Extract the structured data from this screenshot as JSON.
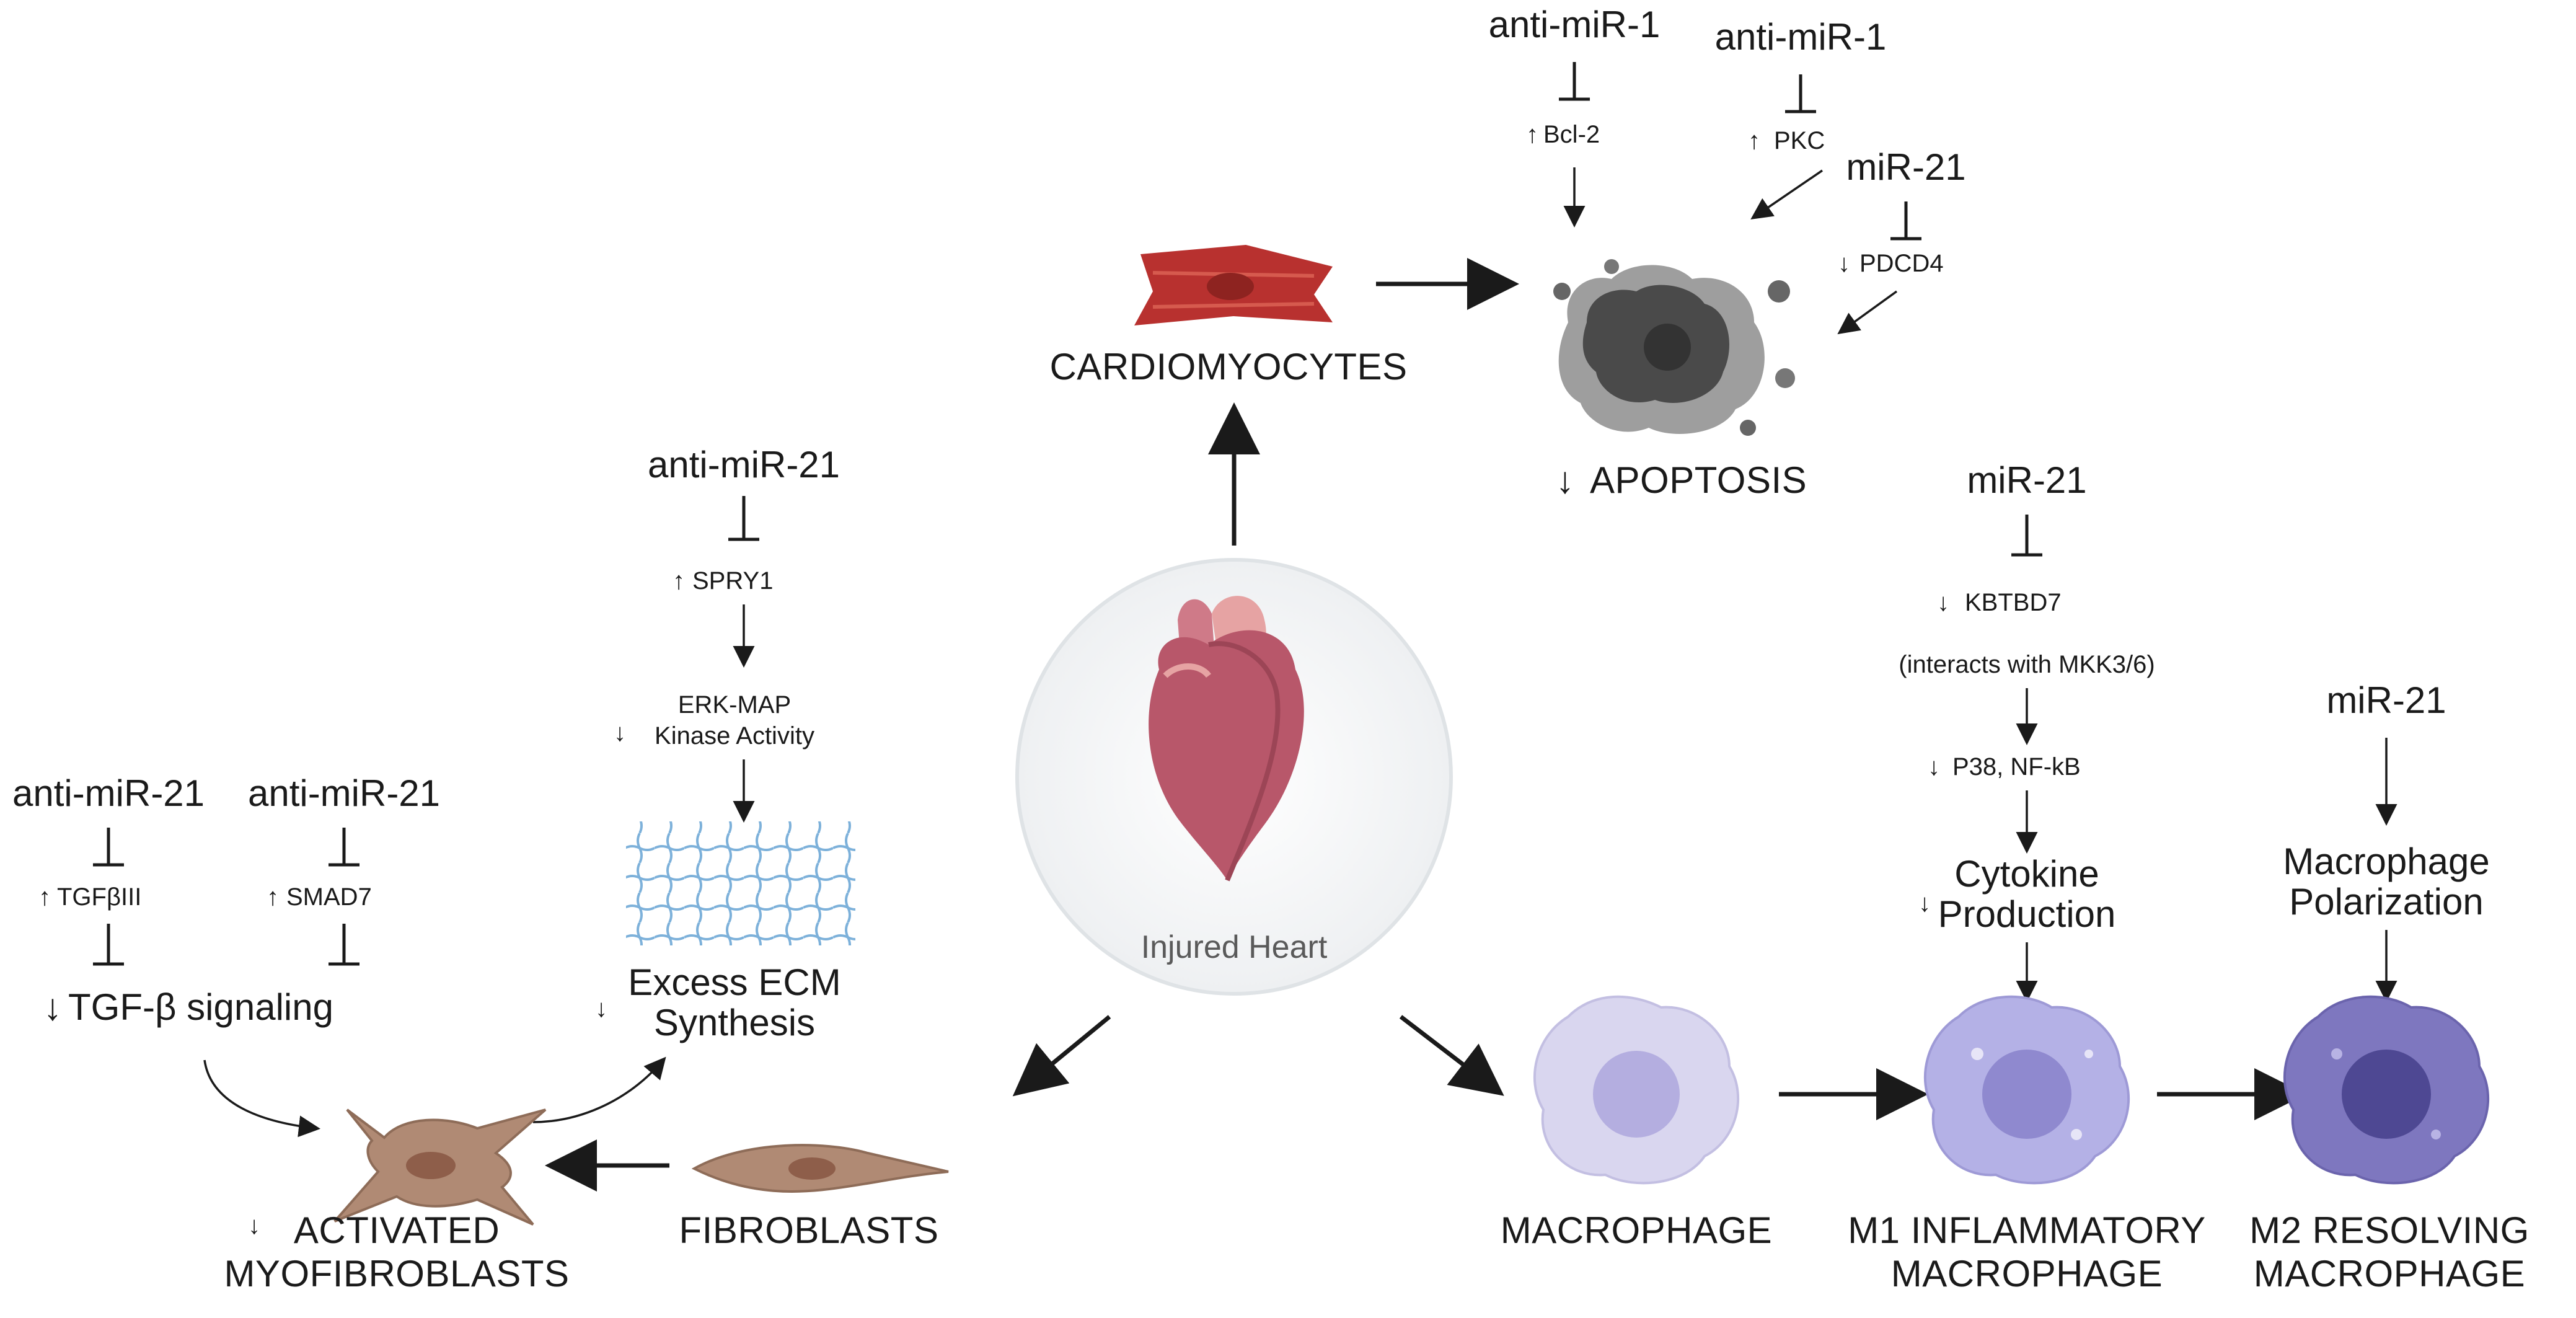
{
  "center": {
    "label": "Injured Heart"
  },
  "cardio": {
    "label": "CARDIOMYOCYTES",
    "inhibitor_a": "anti-miR-1",
    "target_a": "Bcl-2",
    "target_a_dir": "↑",
    "inhibitor_b": "anti-miR-1",
    "target_b": "PKC",
    "target_b_dir": "↑",
    "mir_c": "miR-21",
    "target_c": "PDCD4",
    "target_c_dir": "↓",
    "outcome": "APOPTOSIS",
    "outcome_dir": "↓"
  },
  "fibro": {
    "inhibitor_ecm": "anti-miR-21",
    "spry": "SPRY1",
    "spry_dir": "↑",
    "erk_line1": "ERK-MAP",
    "erk_line2": "Kinase Activity",
    "erk_dir": "↓",
    "ecm_line1": "Excess ECM",
    "ecm_line2": "Synthesis",
    "ecm_dir": "↓",
    "inhibitor_tgf": "anti-miR-21",
    "tgfb3": "TGFβIII",
    "tgfb3_dir": "↑",
    "inhibitor_smad": "anti-miR-21",
    "smad7": "SMAD7",
    "smad7_dir": "↑",
    "tgf_signal": "TGF-β signaling",
    "tgf_signal_dir": "↓",
    "myo_line1": "ACTIVATED",
    "myo_line2": "MYOFIBROBLASTS",
    "myo_dir": "↓",
    "fibroblasts": "FIBROBLASTS"
  },
  "macro": {
    "mir_m1": "miR-21",
    "kbtbd7": "KBTBD7",
    "kbtbd7_dir": "↓",
    "interacts": "(interacts with MKK3/6)",
    "p38": "P38,  NF-kB",
    "p38_dir": "↓",
    "cyto_line1": "Cytokine",
    "cyto_line2": "Production",
    "cyto_dir": "↓",
    "mir_m2": "miR-21",
    "pol_line1": "Macrophage",
    "pol_line2": "Polarization",
    "macrophage": "MACROPHAGE",
    "m1_line1": "M1 INFLAMMATORY",
    "m1_line2": "MACROPHAGE",
    "m2_line1": "M2 RESOLVING",
    "m2_line2": "MACROPHAGE"
  },
  "colors": {
    "heart_dark": "#b8576a",
    "heart_mid": "#cf7a88",
    "heart_light": "#e6a3a3",
    "cardiomyocyte": "#b8312f",
    "apoptotic": "#4a4a4a",
    "fibroblast": "#b08a74",
    "ecm_mesh": "#6fa8d6",
    "macrophage": "#d9d6ef",
    "m1": "#b4b1e6",
    "m2": "#7e77bf"
  }
}
